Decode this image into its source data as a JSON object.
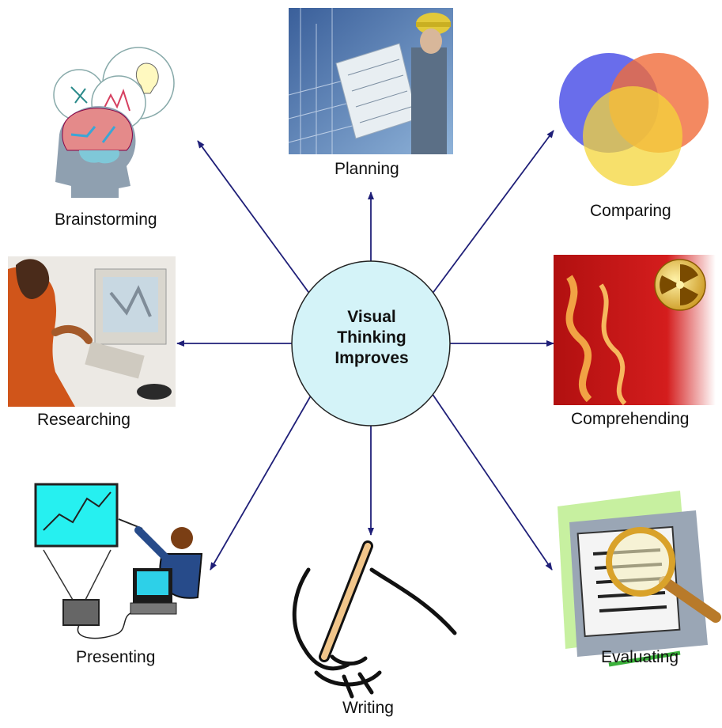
{
  "center": {
    "line1": "Visual",
    "line2": "Thinking",
    "line3": "Improves",
    "fill_color": "#d4f3f8",
    "border_color": "#222222"
  },
  "arrow_color": "#1f1f78",
  "nodes": {
    "planning": {
      "label": "Planning",
      "icon": "architect-blueprint-photo-icon"
    },
    "comparing": {
      "label": "Comparing",
      "icon": "venn-circles-icon"
    },
    "comprehending": {
      "label": "Comprehending",
      "icon": "fire-radiation-icon"
    },
    "evaluating": {
      "label": "Evaluating",
      "icon": "magnifier-document-icon"
    },
    "writing": {
      "label": "Writing",
      "icon": "hand-pencil-icon"
    },
    "presenting": {
      "label": "Presenting",
      "icon": "projector-presenter-icon"
    },
    "researching": {
      "label": "Researching",
      "icon": "computer-user-photo-icon"
    },
    "brainstorming": {
      "label": "Brainstorming",
      "icon": "head-brain-bubbles-icon"
    }
  }
}
